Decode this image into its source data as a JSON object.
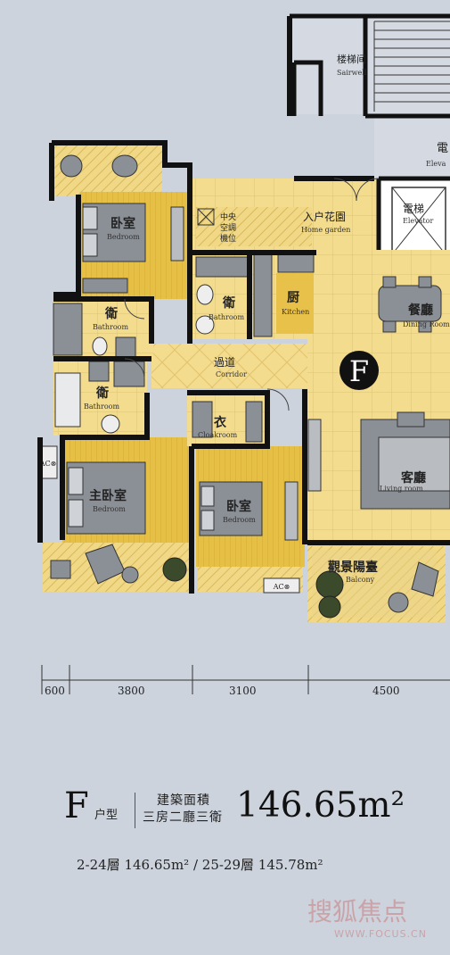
{
  "rooms": {
    "stairwell": {
      "cn": "楼梯间",
      "en": "Sairwell"
    },
    "elevator_top": {
      "cn": "電",
      "en": "Eleva"
    },
    "elevator": {
      "cn": "電梯",
      "en": "Elevator"
    },
    "hvac": {
      "cn1": "中央",
      "cn2": "空調",
      "cn3": "機位"
    },
    "home_garden": {
      "cn": "入户花園",
      "en": "Home garden"
    },
    "bedroom1": {
      "cn": "卧室",
      "en": "Bedroom"
    },
    "bathroom1": {
      "cn": "衛",
      "en": "Bathroom"
    },
    "bathroom2": {
      "cn": "衛",
      "en": "Bathroom"
    },
    "bathroom3": {
      "cn": "衛",
      "en": "Bathroom"
    },
    "kitchen": {
      "cn": "厨",
      "en": "Kitchen"
    },
    "dining": {
      "cn": "餐廳",
      "en": "Dining Room"
    },
    "corridor": {
      "cn": "過道",
      "en": "Corridor"
    },
    "cloakroom": {
      "cn": "衣",
      "en": "Cloakroom"
    },
    "master_bedroom": {
      "cn": "主卧室",
      "en": "Bedroom"
    },
    "bedroom2": {
      "cn": "卧室",
      "en": "Bedroom"
    },
    "living": {
      "cn": "客廳",
      "en": "Living room"
    },
    "balcony": {
      "cn": "觀景陽臺",
      "en": "Balcony"
    }
  },
  "unit_badge": "F",
  "ac_labels": [
    "AC⊗",
    "AC⊗"
  ],
  "dimensions": [
    "600",
    "3800",
    "3100",
    "4500"
  ],
  "footer": {
    "letter": "F",
    "type_label": "户型",
    "line1": "建築面積",
    "line2": "三房二廳三衛",
    "area": "146.65m²",
    "floors": "2-24層  146.65m²  /  25-29層  145.78m²"
  },
  "watermark": {
    "cn": "搜狐焦点",
    "url": "WWW.FOCUS.CN"
  },
  "colors": {
    "wall": "#111111",
    "room_yellow": "#e8c14a",
    "floor_light": "#f3dc8e",
    "tile_gray": "#8a8d94",
    "background": "#ccd3dd"
  }
}
